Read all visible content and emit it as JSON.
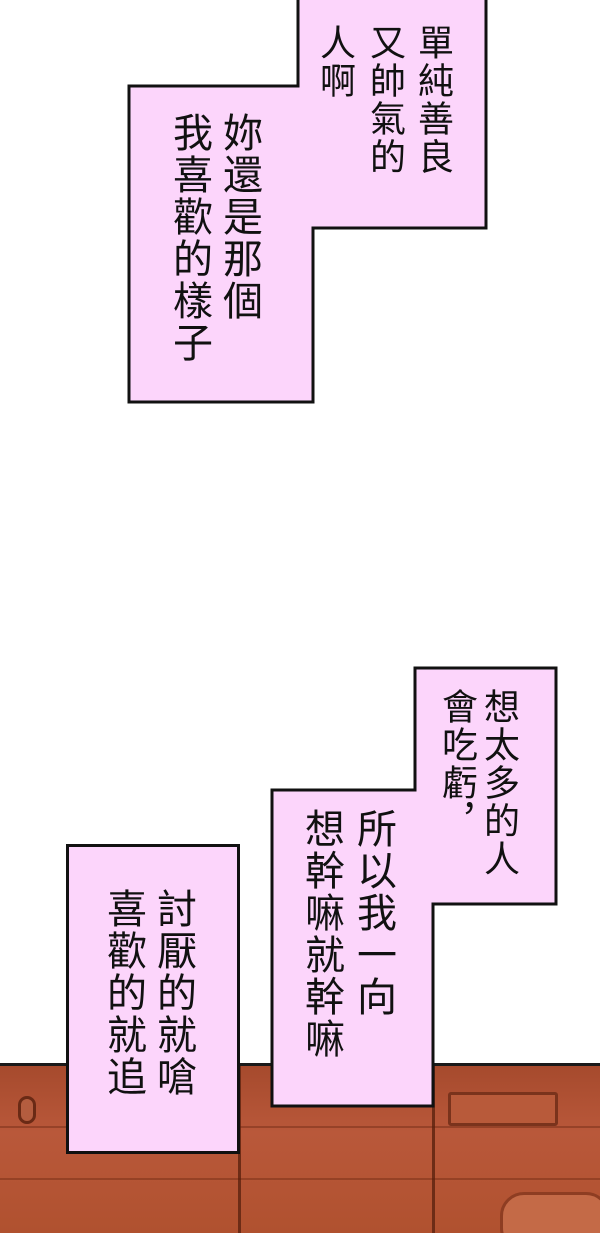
{
  "bubbles": {
    "top": {
      "right_line1": "單純善良",
      "right_line2": "又帥氣的",
      "right_line3": "人啊",
      "left_line1": "妳還是那個",
      "left_line2": "我喜歡的樣子"
    },
    "bottom_right": {
      "line1": "想太多的人",
      "line2": "會吃虧，"
    },
    "bottom_middle": {
      "line1": "所以我一向",
      "line2": "想幹嘛就幹嘛"
    },
    "bottom_left": {
      "line1": "討厭的就嗆",
      "line2": "喜歡的就追"
    }
  },
  "colors": {
    "bubble_fill": "#fcd5fb",
    "bubble_stroke": "#111111",
    "floor": "#b0512f"
  }
}
